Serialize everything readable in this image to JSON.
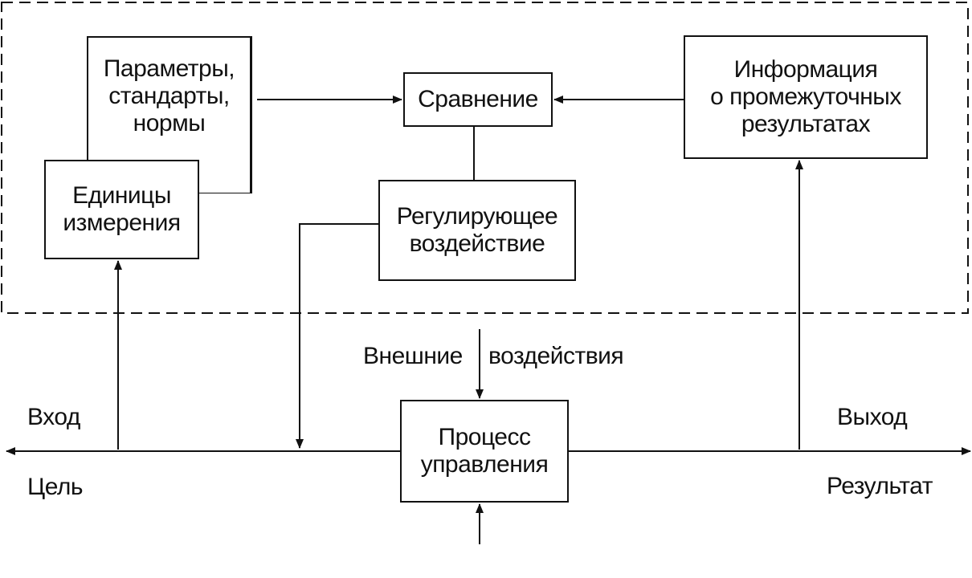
{
  "boxes": {
    "parameters": "Параметры,\nстандарты,\nнормы",
    "units": "Единицы\nизмерения",
    "comparison": "Сравнение",
    "regulating": "Регулирующее\nвоздействие",
    "info": "Информация\nо промежуточных\nрезультатах",
    "process": "Процесс\nуправления"
  },
  "labels": {
    "external_word1": "Внешние",
    "external_word2": "воздействия",
    "input": "Вход",
    "goal": "Цель",
    "output": "Выход",
    "result": "Результат"
  },
  "colors": {
    "line": "#111111",
    "background": "#ffffff"
  }
}
